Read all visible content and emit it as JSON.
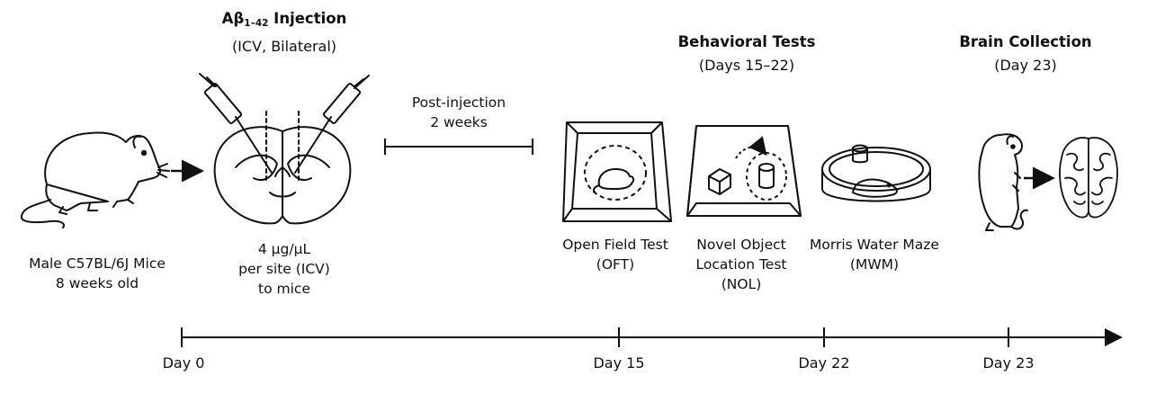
{
  "stages": {
    "mice": {
      "line1": "Male C57BL/6J Mice",
      "line2": "8 weeks old"
    },
    "injection": {
      "title_main": "Aβ",
      "title_sub": "1–42",
      "title_rest": " Injection",
      "subtitle": "(ICV, Bilateral)",
      "dose1": "4 μg/μL",
      "dose2": "per site (ICV)",
      "dose3": "to mice"
    },
    "interval": {
      "line1": "Post-injection",
      "line2": "2 weeks"
    },
    "behavior": {
      "title": "Behavioral Tests",
      "subtitle": "(Days 15–22)"
    },
    "oft": {
      "line1": "Open Field Test",
      "line2": "(OFT)"
    },
    "nol": {
      "line1": "Novel Object",
      "line2": "Location Test",
      "line3": "(NOL)"
    },
    "mwm": {
      "line1": "Morris Water Maze",
      "line2": "(MWM)"
    },
    "brain": {
      "title": "Brain Collection",
      "subtitle": "(Day 23)"
    }
  },
  "timeline": {
    "ticks": [
      {
        "label": "Day 0"
      },
      {
        "label": "Day 15"
      },
      {
        "label": "Day 22"
      },
      {
        "label": "Day 23"
      }
    ]
  },
  "icons": [
    "mouse-icon",
    "brain-section-icon",
    "syringe-icon",
    "open-field-arena-icon",
    "novel-object-arena-icon",
    "water-maze-icon",
    "standing-mouse-icon",
    "brain-icon",
    "arrow-icon"
  ]
}
